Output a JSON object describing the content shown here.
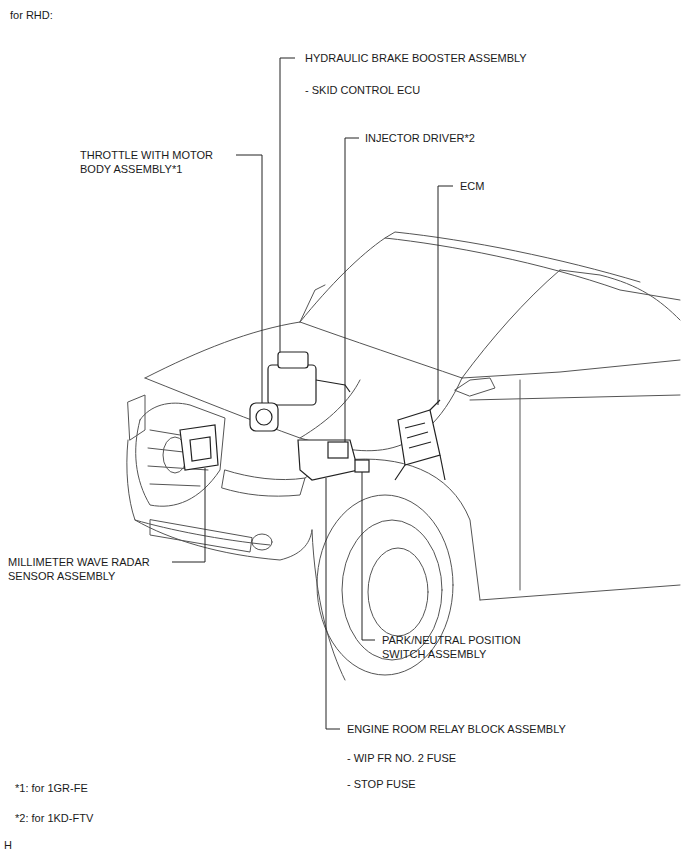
{
  "diagram": {
    "title": "for RHD:",
    "labels": [
      "HYDRAULIC BRAKE BOOSTER ASSEMBLY",
      "- SKID CONTROL ECU",
      "THROTTLE WITH MOTOR BODY ASSEMBLY*1",
      "INJECTOR DRIVER*2",
      "ECM",
      "MILLIMETER WAVE RADAR SENSOR ASSEMBLY",
      "PARK/NEUTRAL POSITION SWITCH ASSEMBLY",
      "ENGINE ROOM RELAY BLOCK ASSEMBLY",
      "- WIP FR NO. 2 FUSE",
      "- STOP FUSE",
      "*1: for 1GR-FE",
      "*2: for 1KD-FTV",
      "H"
    ]
  }
}
